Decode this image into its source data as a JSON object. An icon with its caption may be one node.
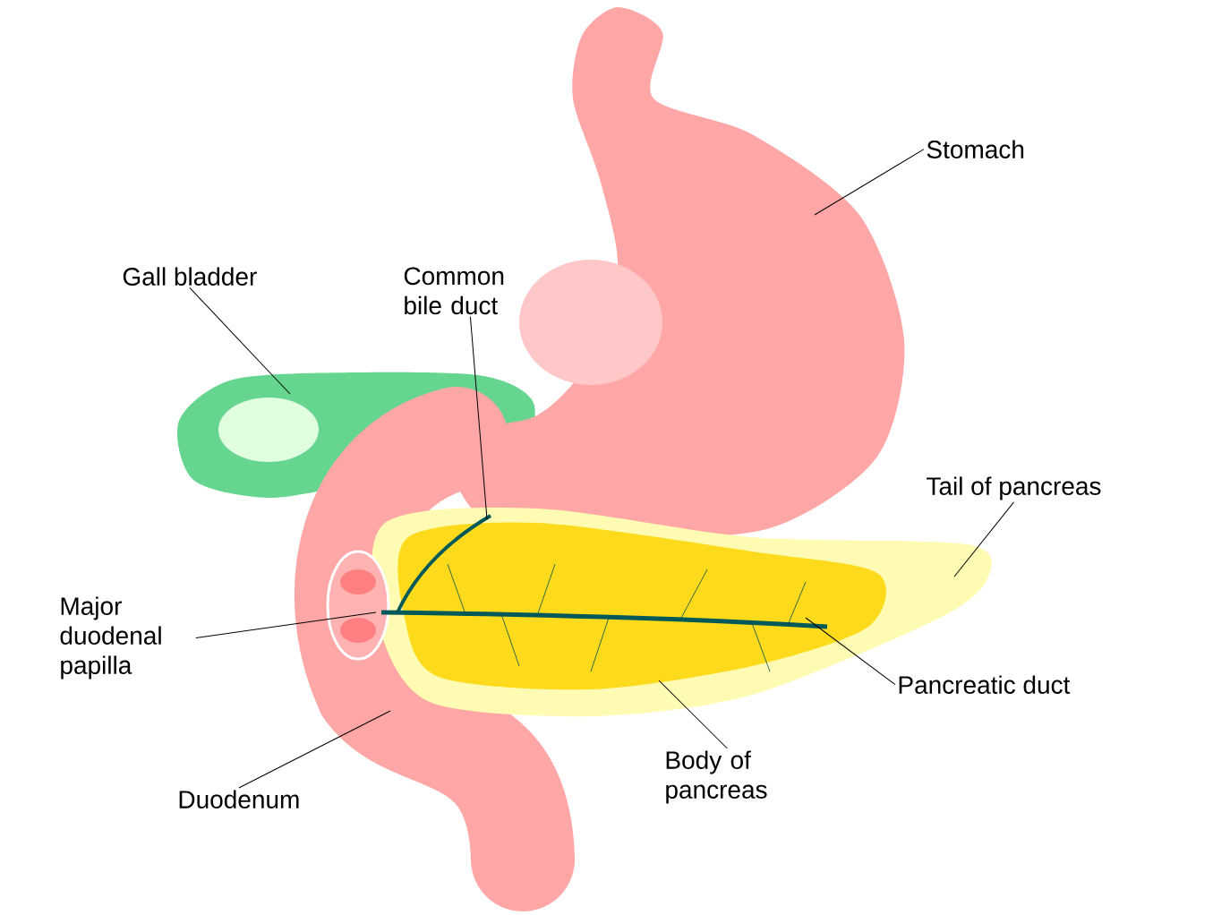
{
  "diagram": {
    "nodes": [
      {
        "text": [
          "Stomach"
        ]
      },
      {
        "text": [
          "Gall bladder"
        ]
      },
      {
        "text": [
          "Common bile duct"
        ]
      },
      {
        "text": [
          "Tail of pancreas"
        ]
      },
      {
        "text": [
          "Major duodenal papilla"
        ]
      },
      {
        "text": [
          "Pancreatic duct"
        ]
      },
      {
        "text": [
          "Duodenum"
        ]
      },
      {
        "text": [
          "Body of pancreas"
        ]
      }
    ],
    "edges": [
      {
        "from": 0,
        "to": null,
        "arrow": "none"
      },
      {
        "from": 1,
        "to": null,
        "arrow": "none"
      },
      {
        "from": 2,
        "to": null,
        "arrow": "none"
      },
      {
        "from": 3,
        "to": null,
        "arrow": "none"
      },
      {
        "from": 4,
        "to": null,
        "arrow": "none"
      },
      {
        "from": 5,
        "to": null,
        "arrow": "none"
      },
      {
        "from": 6,
        "to": null,
        "arrow": "none"
      },
      {
        "from": 7,
        "to": null,
        "arrow": "none"
      }
    ]
  }
}
